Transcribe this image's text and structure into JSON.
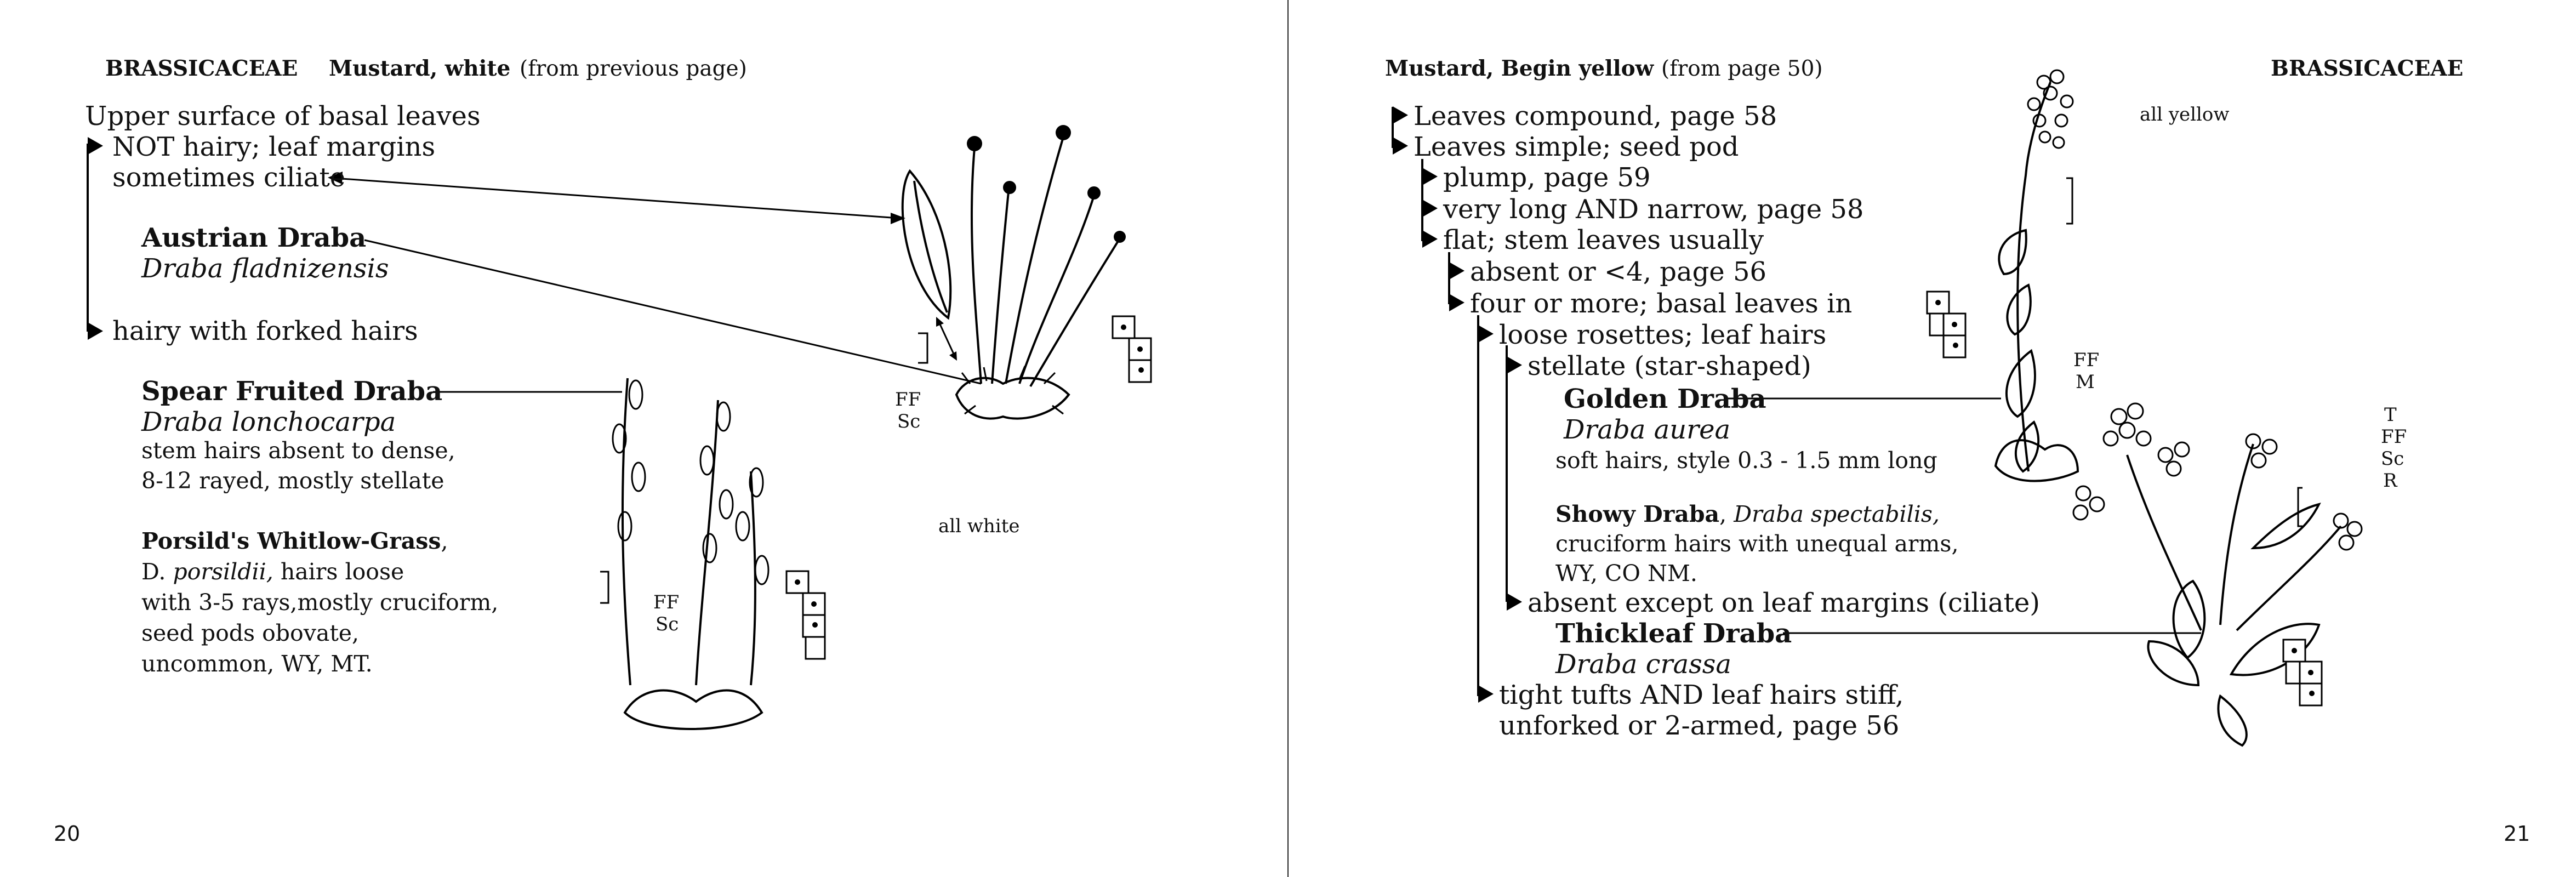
{
  "left_page": {
    "family": "BRASSICACEAE",
    "section": "Mustard, white",
    "section_note": "(from previous page)",
    "key_heading": "Upper surface of basal leaves",
    "lead_1_a": "NOT hairy; leaf margins",
    "lead_1_b": "sometimes ciliate",
    "austrian_common": "Austrian Draba",
    "austrian_latin": "Draba fladnizensis",
    "lead_2": "hairy with forked hairs",
    "spear_common": "Spear Fruited Draba",
    "spear_latin": "Draba lonchocarpa",
    "spear_desc_1": "stem hairs absent to dense,",
    "spear_desc_2": "8-12 rayed, mostly stellate",
    "porsild_common": "Porsild's Whitlow-Grass",
    "porsild_comma": ",",
    "porsild_d": "D. ",
    "porsild_latin": "porsildii,",
    "porsild_desc_1_rest": " hairs  loose",
    "porsild_desc_2": "with 3-5 rays,mostly cruciform,",
    "porsild_desc_3": "seed pods obovate,",
    "porsild_desc_4": "uncommon, WY, MT.",
    "label_ff_sc_top": [
      "FF",
      "Sc"
    ],
    "label_ff_sc_bottom": [
      "FF",
      "Sc"
    ],
    "color_note": "all white",
    "page_number": "20"
  },
  "right_page": {
    "section": "Mustard, Begin yellow",
    "section_note": "(from page 50)",
    "family": "BRASSICACEAE",
    "color_note": "all yellow",
    "lead_a": "Leaves compound, page 58",
    "lead_b": "Leaves simple; seed pod",
    "lead_b1": "plump, page 59",
    "lead_b2": "very long AND narrow, page 58",
    "lead_b3": "flat; stem leaves usually",
    "lead_b3a": "absent or <4, page 56",
    "lead_b3b": "four or more; basal leaves in",
    "lead_b3b_i": "loose rosettes; leaf hairs",
    "lead_stellate": "stellate (star-shaped)",
    "golden_common": "Golden Draba",
    "golden_latin": "Draba aurea",
    "golden_desc": "soft hairs, style 0.3 - 1.5 mm long",
    "showy_common": "Showy Draba",
    "showy_sep": ", ",
    "showy_latin": "Draba spectabilis,",
    "showy_desc_1": "cruciform hairs with unequal arms,",
    "showy_desc_2": "WY, CO NM.",
    "lead_ciliate": "absent except on leaf margins (ciliate)",
    "thickleaf_common": "Thickleaf Draba",
    "thickleaf_latin": "Draba crassa",
    "lead_tufts_1": "tight tufts AND leaf hairs stiff,",
    "lead_tufts_2": "unforked or 2-armed, page 56",
    "label_ff_m": [
      "FF",
      "M"
    ],
    "label_t_ff_sc_r": [
      "T",
      "FF",
      "Sc",
      "R"
    ],
    "page_number": "21"
  },
  "icons": [
    "right-triangle-arrow-icon",
    "range-map-icon",
    "plant-illustration-icon",
    "size-bracket-icon"
  ],
  "colors": {
    "ink": "#111111",
    "background": "#ffffff",
    "gutter": "#222222"
  }
}
